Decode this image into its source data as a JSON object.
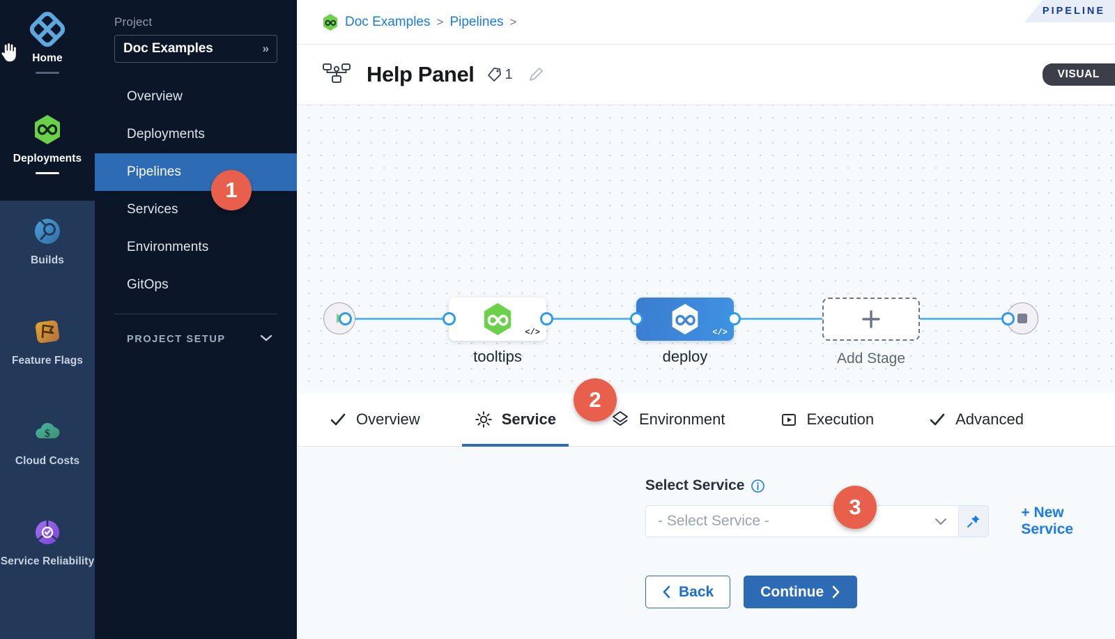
{
  "rail": {
    "items": [
      {
        "label": "Home",
        "icon": "home-diamond-icon",
        "active": true
      },
      {
        "label": "Deployments",
        "icon": "deployments-hex-icon",
        "active": true
      },
      {
        "label": "Builds",
        "icon": "builds-circle-icon",
        "active": false
      },
      {
        "label": "Feature Flags",
        "icon": "feature-flags-icon",
        "active": false
      },
      {
        "label": "Cloud Costs",
        "icon": "cloud-costs-icon",
        "active": false
      },
      {
        "label": "Service Reliability",
        "icon": "service-reliability-icon",
        "active": false
      }
    ]
  },
  "project_nav": {
    "section_label": "Project",
    "project_name": "Doc Examples",
    "expand_icon": "chevron-double-right-icon",
    "items": [
      {
        "label": "Overview"
      },
      {
        "label": "Deployments"
      },
      {
        "label": "Pipelines"
      },
      {
        "label": "Services"
      },
      {
        "label": "Environments"
      },
      {
        "label": "GitOps"
      }
    ],
    "setup_label": "PROJECT SETUP",
    "setup_icon": "chevron-down-icon"
  },
  "breadcrumb": {
    "project_icon": "harness-hex-icon",
    "items": [
      "Doc Examples",
      "Pipelines"
    ],
    "separator": ">"
  },
  "pipeline_tab_label": "PIPELINE",
  "header": {
    "pipeline_icon": "pipeline-nodes-icon",
    "title": "Help Panel",
    "tag_icon": "tag-icon",
    "tag_count": "1",
    "edit_icon": "pencil-icon",
    "mode_badge": "VISUAL"
  },
  "canvas": {
    "start_node_icon": "play-icon",
    "end_node_icon": "stop-square-icon",
    "stages": [
      {
        "label": "tooltips",
        "icon": "harness-hex-icon",
        "code_icon": "code-brackets-icon",
        "selected": false
      },
      {
        "label": "deploy",
        "icon": "harness-hex-icon",
        "code_icon": "code-brackets-icon",
        "selected": true
      }
    ],
    "add_stage": {
      "label": "Add Stage",
      "icon": "plus-icon"
    }
  },
  "tabs": [
    {
      "label": "Overview",
      "icon": "check-icon",
      "active": false
    },
    {
      "label": "Service",
      "icon": "gear-icon",
      "active": true
    },
    {
      "label": "Environment",
      "icon": "layers-icon",
      "active": false
    },
    {
      "label": "Execution",
      "icon": "play-box-icon",
      "active": false
    },
    {
      "label": "Advanced",
      "icon": "check-icon",
      "active": false
    }
  ],
  "form": {
    "field_label": "Select Service",
    "info_icon": "info-icon",
    "select_placeholder": "- Select Service -",
    "dropdown_icon": "chevron-down-icon",
    "pin_icon": "pin-icon",
    "new_service_label": "+ New Service",
    "back_label": "Back",
    "back_icon": "chevron-left-icon",
    "continue_label": "Continue",
    "continue_icon": "chevron-right-icon"
  },
  "markers": [
    {
      "number": "1"
    },
    {
      "number": "2"
    },
    {
      "number": "3"
    }
  ],
  "colors": {
    "accent_blue": "#2d6cb5",
    "link_blue": "#1b7ae5",
    "marker_red": "#e8604c",
    "rail_dark": "#0b1628",
    "rail_blue": "#22395a",
    "node_green": "#5ec649",
    "canvas_bg": "#f6fafd"
  }
}
